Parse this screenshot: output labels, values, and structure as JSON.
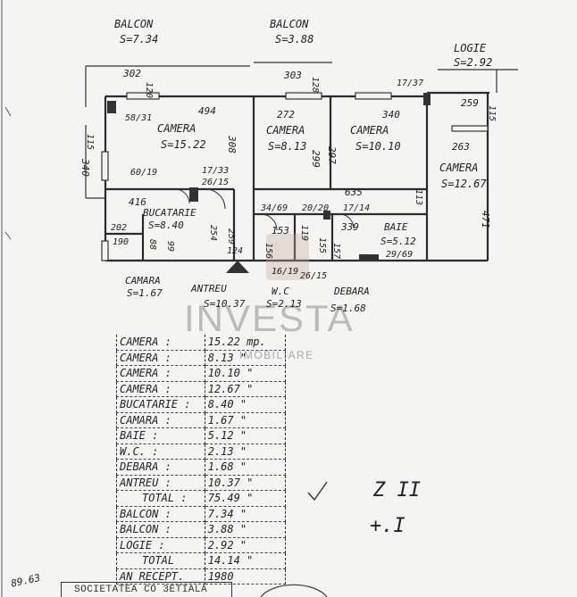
{
  "balconies": {
    "left": {
      "title": "BALCON",
      "area": "S=7.34"
    },
    "mid": {
      "title": "BALCON",
      "area": "S=3.88"
    },
    "logie": {
      "title": "LOGIE",
      "area": "S=2.92"
    }
  },
  "rooms": [
    {
      "name": "CAMERA",
      "area": "S=15.22"
    },
    {
      "name": "CAMERA",
      "area": "S=8.13"
    },
    {
      "name": "CAMERA",
      "area": "S=10.10"
    },
    {
      "name": "CAMERA",
      "area": "S=12.67"
    },
    {
      "name": "BUCATARIE",
      "area": "S=8.40"
    },
    {
      "name": "BAIE",
      "area": "S=5.12"
    },
    {
      "name": "CAMARA",
      "area": "S=1.67"
    },
    {
      "name": "ANTREU",
      "area": "S=10.37"
    },
    {
      "name": "W.C",
      "area": "S=2.13"
    },
    {
      "name": "DEBARA",
      "area": "S=1.68"
    }
  ],
  "dims": {
    "d302": "302",
    "d120": "120",
    "d303": "303",
    "d128": "128",
    "d1737": "17/37",
    "d259": "259",
    "d115a": "115",
    "d494": "494",
    "d5831": "58/31",
    "d272": "272",
    "d340a": "340",
    "d308": "308",
    "d299": "299",
    "d297": "297",
    "d263": "263",
    "d115b": "115",
    "d340b": "340",
    "d6019": "60/19",
    "d1733": "17/33",
    "d2615a": "26/15",
    "d416": "416",
    "d3469": "34/69",
    "d2020": "20/20",
    "d1714": "17/14",
    "d635": "635",
    "d113": "113",
    "d471": "471",
    "d202": "202",
    "d190": "190",
    "d88": "88",
    "d99": "99",
    "d254": "254",
    "d259b": "259",
    "d153": "153",
    "d119": "119",
    "d339": "339",
    "d156": "156",
    "d155": "155",
    "d157": "157",
    "d2969": "29/69",
    "d124": "124",
    "d1619": "16/19",
    "d2615b": "26/15"
  },
  "watermark": {
    "brand": "INVESTA",
    "sub": "IMOBILIARE"
  },
  "area_table": [
    {
      "label": "CAMERA :",
      "value": "15.22 mp."
    },
    {
      "label": "CAMERA :",
      "value": "8.13 \""
    },
    {
      "label": "CAMERA :",
      "value": "10.10 \""
    },
    {
      "label": "CAMERA :",
      "value": "12.67 \""
    },
    {
      "label": "BUCATARIE :",
      "value": "8.40 \""
    },
    {
      "label": "CAMARA :",
      "value": "1.67 \""
    },
    {
      "label": "BAIE :",
      "value": "5.12 \""
    },
    {
      "label": "W.C. :",
      "value": "2.13 \""
    },
    {
      "label": "DEBARA :",
      "value": "1.68 \""
    },
    {
      "label": "ANTREU :",
      "value": "10.37 \""
    },
    {
      "label": "TOTAL :",
      "value": "75.49 \""
    },
    {
      "label": "BALCON :",
      "value": "7.34 \""
    },
    {
      "label": "BALCON :",
      "value": "3.88 \""
    },
    {
      "label": "LOGIE :",
      "value": "2.92 \""
    },
    {
      "label": "TOTAL",
      "value": "14.14 \""
    },
    {
      "label": "AN RECEPT.",
      "value": "1980"
    }
  ],
  "margin_note": "89.63",
  "stamp_text": "SOCIETATEA CO 3ETIALA",
  "handwritten_note": {
    "line1": "Z II",
    "line2": "+.I"
  }
}
